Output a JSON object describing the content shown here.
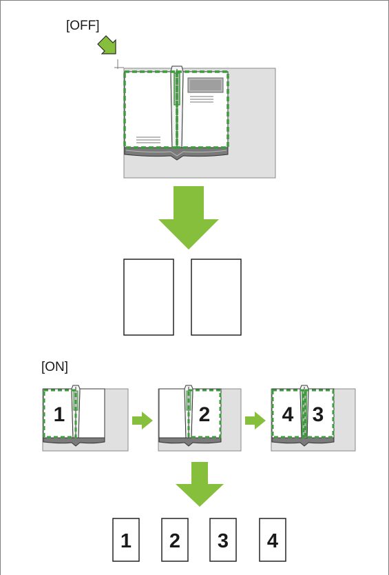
{
  "off_section": {
    "label": "[OFF]"
  },
  "on_section": {
    "label": "[ON]",
    "step1_number": "1",
    "step2_number": "2",
    "step3_left_number": "4",
    "step3_right_number": "3"
  },
  "output_pages": [
    "1",
    "2",
    "3",
    "4"
  ],
  "colors": {
    "arrow_green": "#86bf3b",
    "scan_border": "#3d9a3d",
    "platen_gray": "#e0e0e0",
    "outline": "#222222"
  }
}
